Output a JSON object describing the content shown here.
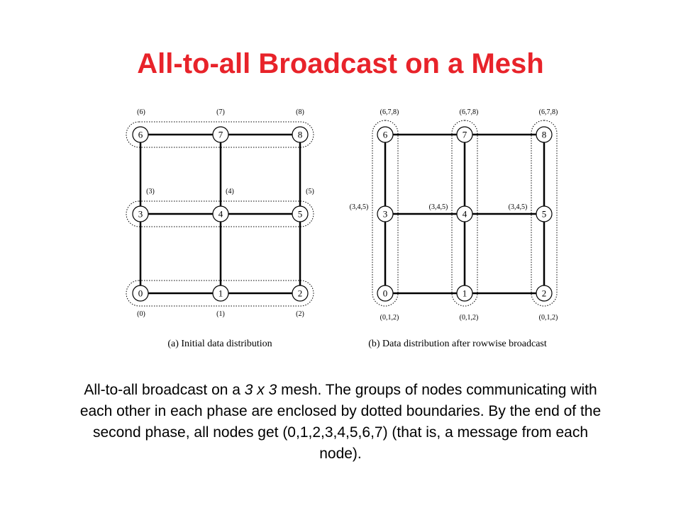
{
  "slide": {
    "title": "All-to-all Broadcast on a Mesh",
    "description": {
      "part1": "All-to-all broadcast on a ",
      "mesh_size": "3 x 3",
      "part2": " mesh. The groups of nodes communicating with each other in each phase are enclosed by dotted boundaries. By the end of the second phase, all nodes get (0,1,2,3,4,5,6,7) (that is, a message from each node)."
    }
  },
  "diagram_a": {
    "caption": "(a)  Initial data distribution",
    "nodes": [
      {
        "id": "0",
        "data": "(0)"
      },
      {
        "id": "1",
        "data": "(1)"
      },
      {
        "id": "2",
        "data": "(2)"
      },
      {
        "id": "3",
        "data": "(3)"
      },
      {
        "id": "4",
        "data": "(4)"
      },
      {
        "id": "5",
        "data": "(5)"
      },
      {
        "id": "6",
        "data": "(6)"
      },
      {
        "id": "7",
        "data": "(7)"
      },
      {
        "id": "8",
        "data": "(8)"
      }
    ]
  },
  "diagram_b": {
    "caption": "(b)  Data distribution after rowwise broadcast",
    "nodes": [
      {
        "id": "0",
        "data": "(0,1,2)"
      },
      {
        "id": "1",
        "data": "(0,1,2)"
      },
      {
        "id": "2",
        "data": "(0,1,2)"
      },
      {
        "id": "3",
        "data": "(3,4,5)"
      },
      {
        "id": "4",
        "data": "(3,4,5)"
      },
      {
        "id": "5",
        "data": "(3,4,5)"
      },
      {
        "id": "6",
        "data": "(6,7,8)"
      },
      {
        "id": "7",
        "data": "(6,7,8)"
      },
      {
        "id": "8",
        "data": "(6,7,8)"
      }
    ]
  }
}
